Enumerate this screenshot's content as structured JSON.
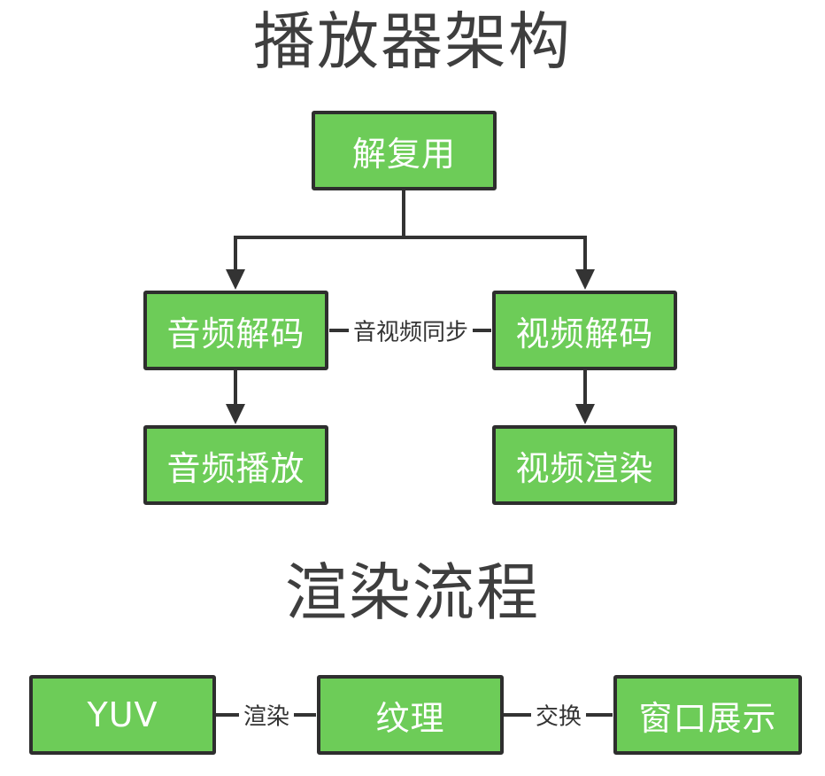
{
  "colors": {
    "background": "#ffffff",
    "node_fill": "#6dcc58",
    "node_border": "#2e2e2e",
    "node_text": "#ffffff",
    "connector": "#333333",
    "title_text": "#3e3e3e",
    "edge_label_text": "#333333"
  },
  "section1": {
    "title": "播放器架构",
    "nodes": {
      "demux": "解复用",
      "audio_decode": "音频解码",
      "video_decode": "视频解码",
      "audio_play": "音频播放",
      "video_render": "视频渲染"
    },
    "edge_labels": {
      "av_sync": "音视频同步"
    }
  },
  "section2": {
    "title": "渲染流程",
    "nodes": {
      "yuv": "YUV",
      "texture": "纹理",
      "window_display": "窗口展示"
    },
    "edge_labels": {
      "render": "渲染",
      "swap": "交换"
    }
  }
}
